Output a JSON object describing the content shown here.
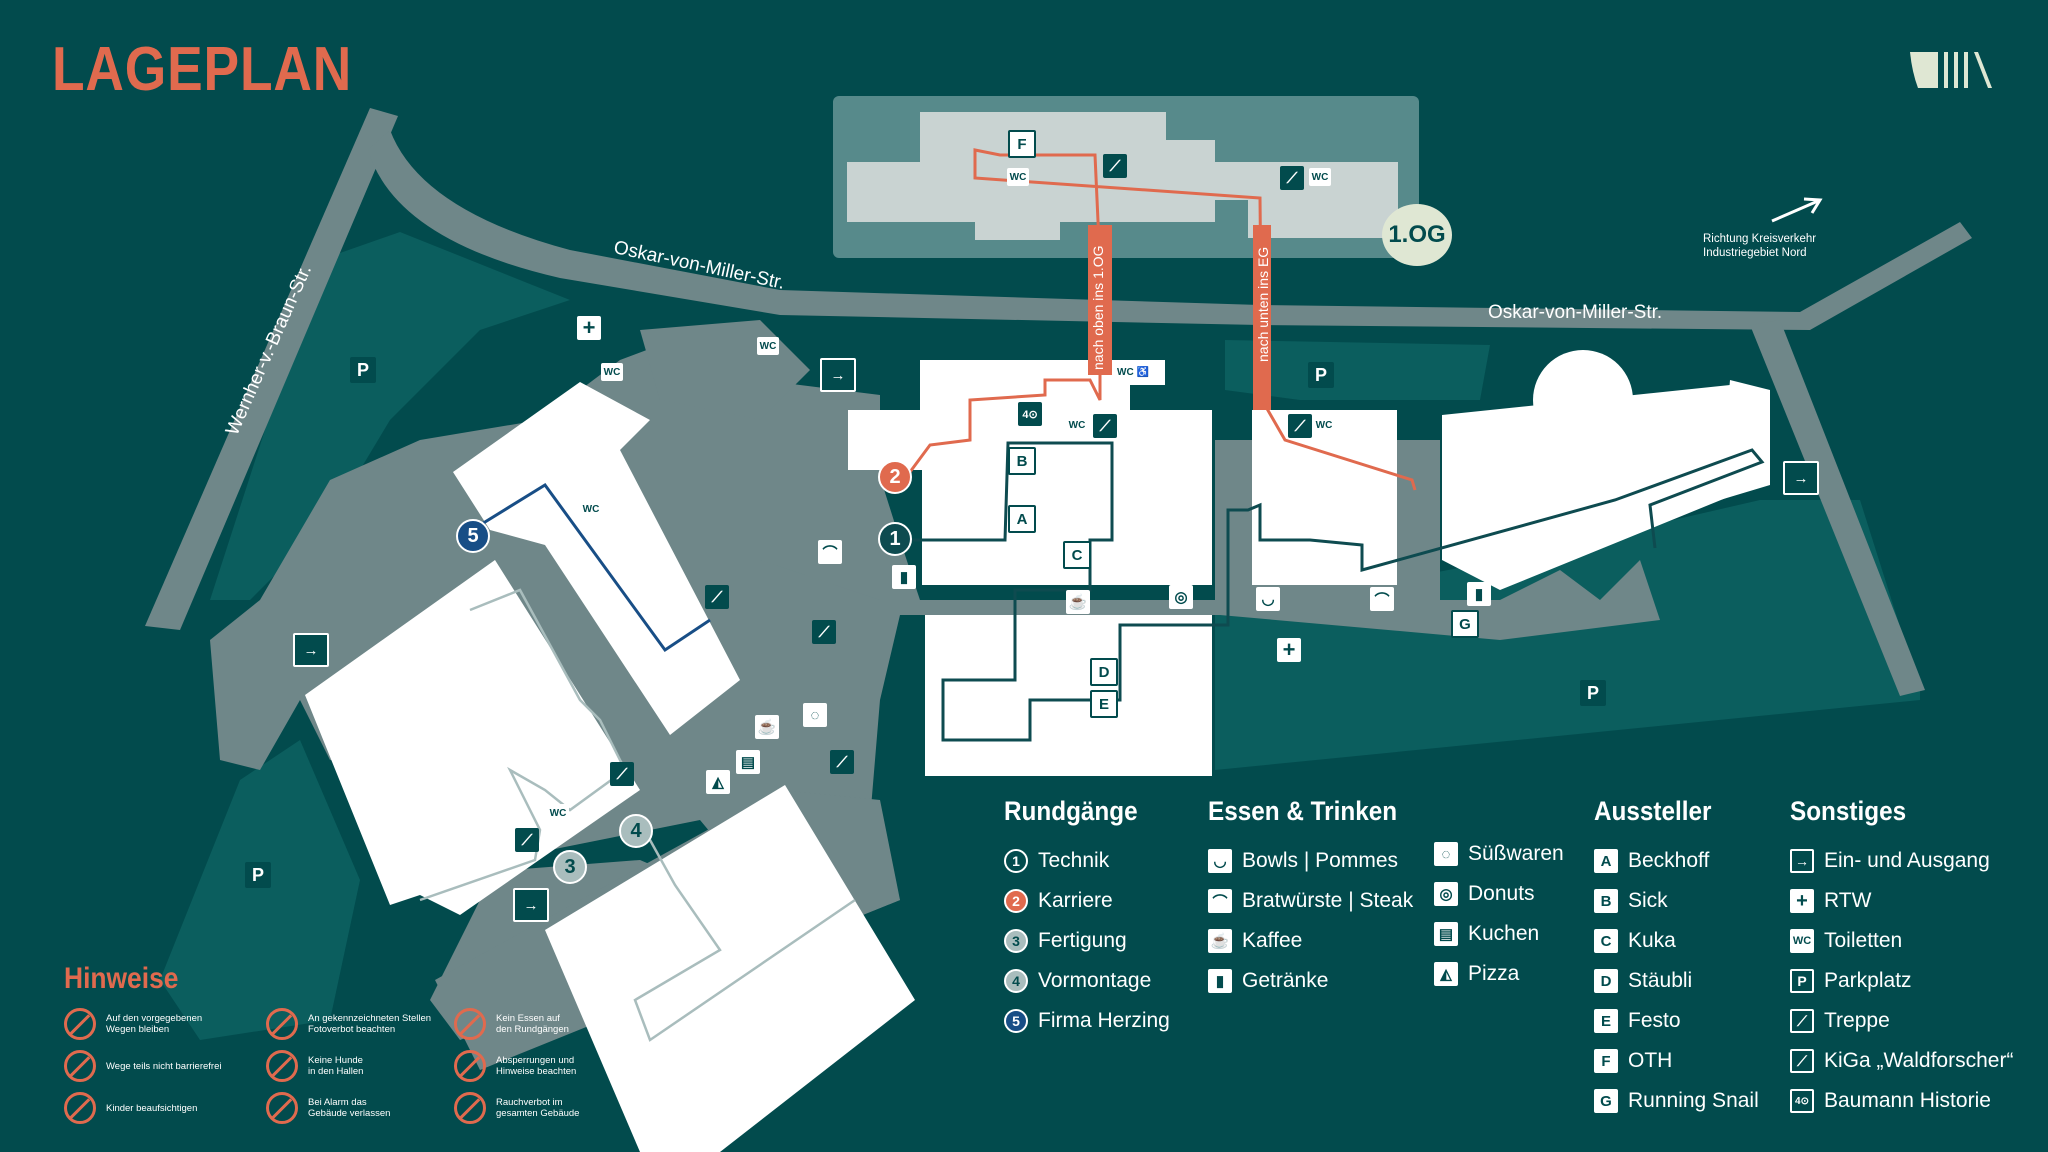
{
  "title": "LAGEPLAN",
  "colors": {
    "background": "#024b4d",
    "accent": "#e06a4e",
    "road": "#6f8789",
    "building": "#ffffff",
    "parking": "#0b5e5e",
    "upper_floor": "#578a8b",
    "upper_building": "#c9d3d2",
    "route_career": "#e06a4e",
    "route_technik": "#0e4b50",
    "route_herzing": "#184e86",
    "route_production": "#a9bdbd"
  },
  "floor_badge": "1.OG",
  "direction_note": "Richtung Kreisverkehr\nIndustriegebiet Nord",
  "streets": {
    "oskar_left": "Oskar-von-Miller-Str.",
    "oskar_right": "Oskar-von-Miller-Str.",
    "wernher": "Wernher-v.-Braun-Str."
  },
  "stair_labels": {
    "up": "nach oben ins 1.OG",
    "down": "nach unten ins EG"
  },
  "map_markers": {
    "parking": "P",
    "wc": "WC",
    "wc_accessible": "WC ♿",
    "history": "4⊙",
    "first_aid": "+",
    "letters": [
      "A",
      "B",
      "C",
      "D",
      "E",
      "F",
      "G"
    ],
    "tours": [
      "1",
      "2",
      "3",
      "4",
      "5"
    ]
  },
  "legend": {
    "rundgaenge": {
      "title": "Rundgänge",
      "items": [
        {
          "num": "1",
          "label": "Technik",
          "icon": "tour-1-icon"
        },
        {
          "num": "2",
          "label": "Karriere",
          "icon": "tour-2-icon"
        },
        {
          "num": "3",
          "label": "Fertigung",
          "icon": "tour-3-icon"
        },
        {
          "num": "4",
          "label": "Vormontage",
          "icon": "tour-4-icon"
        },
        {
          "num": "5",
          "label": "Firma Herzing",
          "icon": "tour-5-icon"
        }
      ]
    },
    "essen": {
      "title": "Essen & Trinken",
      "items_left": [
        {
          "label": "Bowls | Pommes",
          "icon": "bowl-icon"
        },
        {
          "label": "Bratwürste | Steak",
          "icon": "sausage-icon"
        },
        {
          "label": "Kaffee",
          "icon": "coffee-icon"
        },
        {
          "label": "Getränke",
          "icon": "drinks-icon"
        }
      ],
      "items_right": [
        {
          "label": "Süßwaren",
          "icon": "candy-icon"
        },
        {
          "label": "Donuts",
          "icon": "donut-icon"
        },
        {
          "label": "Kuchen",
          "icon": "cake-icon"
        },
        {
          "label": "Pizza",
          "icon": "pizza-icon"
        }
      ]
    },
    "aussteller": {
      "title": "Aussteller",
      "items": [
        {
          "letter": "A",
          "label": "Beckhoff"
        },
        {
          "letter": "B",
          "label": "Sick"
        },
        {
          "letter": "C",
          "label": "Kuka"
        },
        {
          "letter": "D",
          "label": "Stäubli"
        },
        {
          "letter": "E",
          "label": "Festo"
        },
        {
          "letter": "F",
          "label": "OTH"
        },
        {
          "letter": "G",
          "label": "Running Snail"
        }
      ]
    },
    "sonstiges": {
      "title": "Sonstiges",
      "items": [
        {
          "glyph": "→",
          "label": "Ein- und Ausgang",
          "icon": "entrance-icon"
        },
        {
          "glyph": "+",
          "label": "RTW",
          "icon": "first-aid-icon"
        },
        {
          "glyph": "WC",
          "label": "Toiletten",
          "icon": "wc-icon"
        },
        {
          "glyph": "P",
          "label": "Parkplatz",
          "icon": "parking-icon"
        },
        {
          "glyph": "⟋",
          "label": "Treppe",
          "icon": "stairs-icon"
        },
        {
          "glyph": "⟋",
          "label": "KiGa „Waldforscher“",
          "icon": "kindergarten-icon"
        },
        {
          "glyph": "4⊙",
          "label": "Baumann Historie",
          "icon": "history-icon"
        }
      ]
    }
  },
  "hinweise": {
    "title": "Hinweise",
    "items": [
      {
        "text": "Auf den vorgegebenen\nWegen bleiben",
        "icon": "footprints-icon"
      },
      {
        "text": "Wege teils nicht barrierefrei",
        "icon": "wheelchair-icon"
      },
      {
        "text": "Kinder beaufsichtigen",
        "icon": "children-icon"
      },
      {
        "text": "An gekennzeichneten Stellen\nFotoverbot beachten",
        "icon": "no-photo-icon"
      },
      {
        "text": "Keine Hunde\nin den Hallen",
        "icon": "no-dogs-icon"
      },
      {
        "text": "Bei Alarm das\nGebäude verlassen",
        "icon": "alarm-icon"
      },
      {
        "text": "Kein Essen auf\nden Rundgängen",
        "icon": "no-food-icon"
      },
      {
        "text": "Absperrungen und\nHinweise beachten",
        "icon": "barrier-icon"
      },
      {
        "text": "Rauchverbot im\ngesamten Gebäude",
        "icon": "no-smoking-icon"
      }
    ]
  }
}
